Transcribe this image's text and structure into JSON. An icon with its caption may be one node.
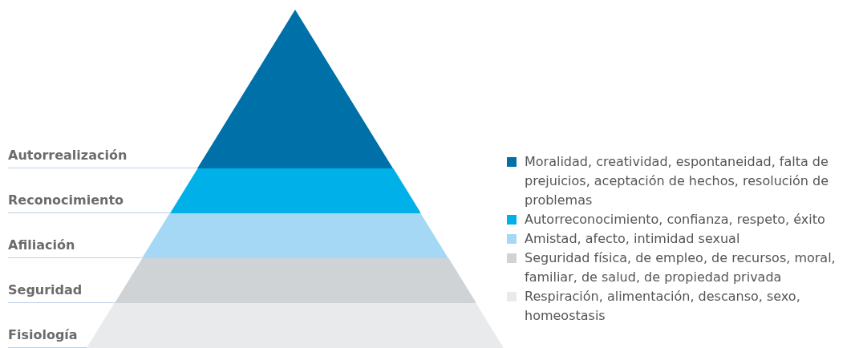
{
  "diagram": {
    "nodes": [
      {
        "text": [
          "Autorrealización"
        ]
      },
      {
        "text": [
          "Reconocimiento"
        ]
      },
      {
        "text": [
          "Afiliación"
        ]
      },
      {
        "text": [
          "Seguridad"
        ]
      },
      {
        "text": [
          "Fisiología"
        ]
      },
      {
        "text": [],
        "shape": "triangle"
      },
      {
        "text": [],
        "shape": "trapezoid"
      },
      {
        "text": [],
        "shape": "trapezoid"
      },
      {
        "text": [],
        "shape": "trapezoid"
      },
      {
        "text": [],
        "shape": "trapezoid"
      }
    ],
    "edges": [
      {
        "from": 0,
        "to": 5,
        "arrow": "none"
      },
      {
        "from": 1,
        "to": 6,
        "arrow": "none"
      },
      {
        "from": 2,
        "to": 7,
        "arrow": "none"
      },
      {
        "from": 3,
        "to": 8,
        "arrow": "none"
      },
      {
        "from": 4,
        "to": 9,
        "arrow": "none"
      }
    ],
    "legend": [
      {
        "text": "Moralidad, creatividad, espontaneidad, falta de prejuicios, aceptación de hechos, resolución de problemas",
        "color": "#0070a8"
      },
      {
        "text": "Autorreconocimiento, confianza, respeto, éxito",
        "color": "#00b0e8"
      },
      {
        "text": "Amistad, afecto, intimidad sexual",
        "color": "#a4d8f4"
      },
      {
        "text": "Seguridad física, de empleo, de recursos, moral, familiar, de salud, de propiedad privada",
        "color": "#d0d3d6"
      },
      {
        "text": "Respiración, alimentación, descanso, sexo, homeostasis",
        "color": "#e8eaec"
      }
    ]
  }
}
